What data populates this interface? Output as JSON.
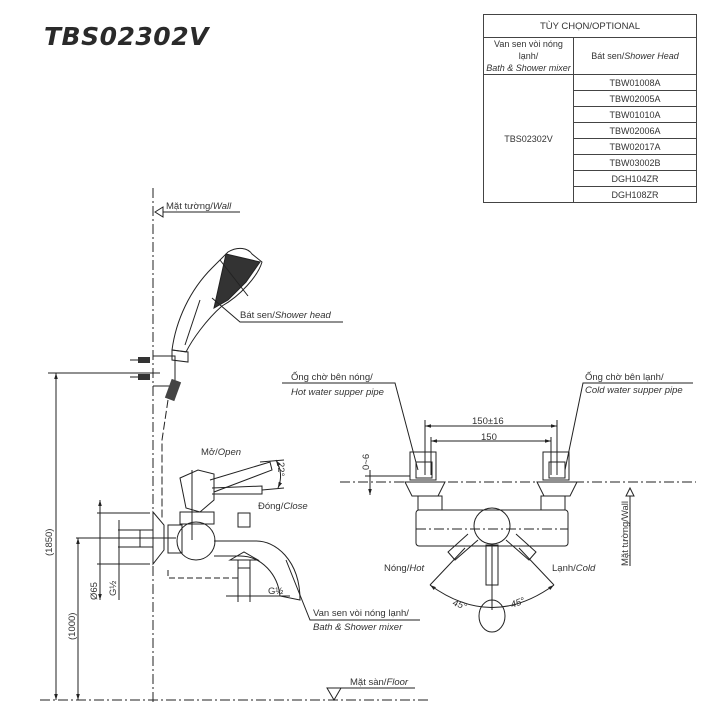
{
  "title": "TBS02302V",
  "optional_table": {
    "header": "TÙY CHỌN/OPTIONAL",
    "col1_vi": "Van sen vòi nóng lạnh/",
    "col1_en": "Bath & Shower mixer",
    "col2_vi": "Bát sen/",
    "col2_en": "Shower Head",
    "mixer_model": "TBS02302V",
    "shower_heads": [
      "TBW01008A",
      "TBW02005A",
      "TBW01010A",
      "TBW02006A",
      "TBW02017A",
      "TBW03002B",
      "DGH104ZR",
      "DGH108ZR"
    ]
  },
  "labels": {
    "wall_vi": "Mặt tường/",
    "wall_en": "Wall",
    "shower_head_vi": "Bát sen/",
    "shower_head_en": "Shower head",
    "open_vi": "Mở/",
    "open_en": "Open",
    "close_vi": "Đóng/",
    "close_en": "Close",
    "angle_lever": "22°",
    "mixer_vi": "Van sen vòi nóng lạnh/",
    "mixer_en": "Bath & Shower mixer",
    "floor_vi": "Mặt sàn/",
    "floor_en": "Floor",
    "hot_pipe_vi": "Ống chờ bên nóng/",
    "hot_pipe_en": "Hot water supper pipe",
    "cold_pipe_vi": "Ống chờ bên lạnh/",
    "cold_pipe_en": "Cold water supper pipe",
    "hot_vi": "Nóng/",
    "hot_en": "Hot",
    "cold_vi": "Lạnh/",
    "cold_en": "Cold",
    "angle_hot": "45°",
    "angle_cold": "45°",
    "wall_right": "Mặt tường/Wall"
  },
  "dimensions": {
    "total_height": "(1850)",
    "mixer_height": "(1000)",
    "flange_dia": "Ø65",
    "thread_left": "G½",
    "thread_bottom": "G½",
    "pipe_gap": "0~6",
    "spacing_tol": "150±16",
    "spacing": "150"
  }
}
